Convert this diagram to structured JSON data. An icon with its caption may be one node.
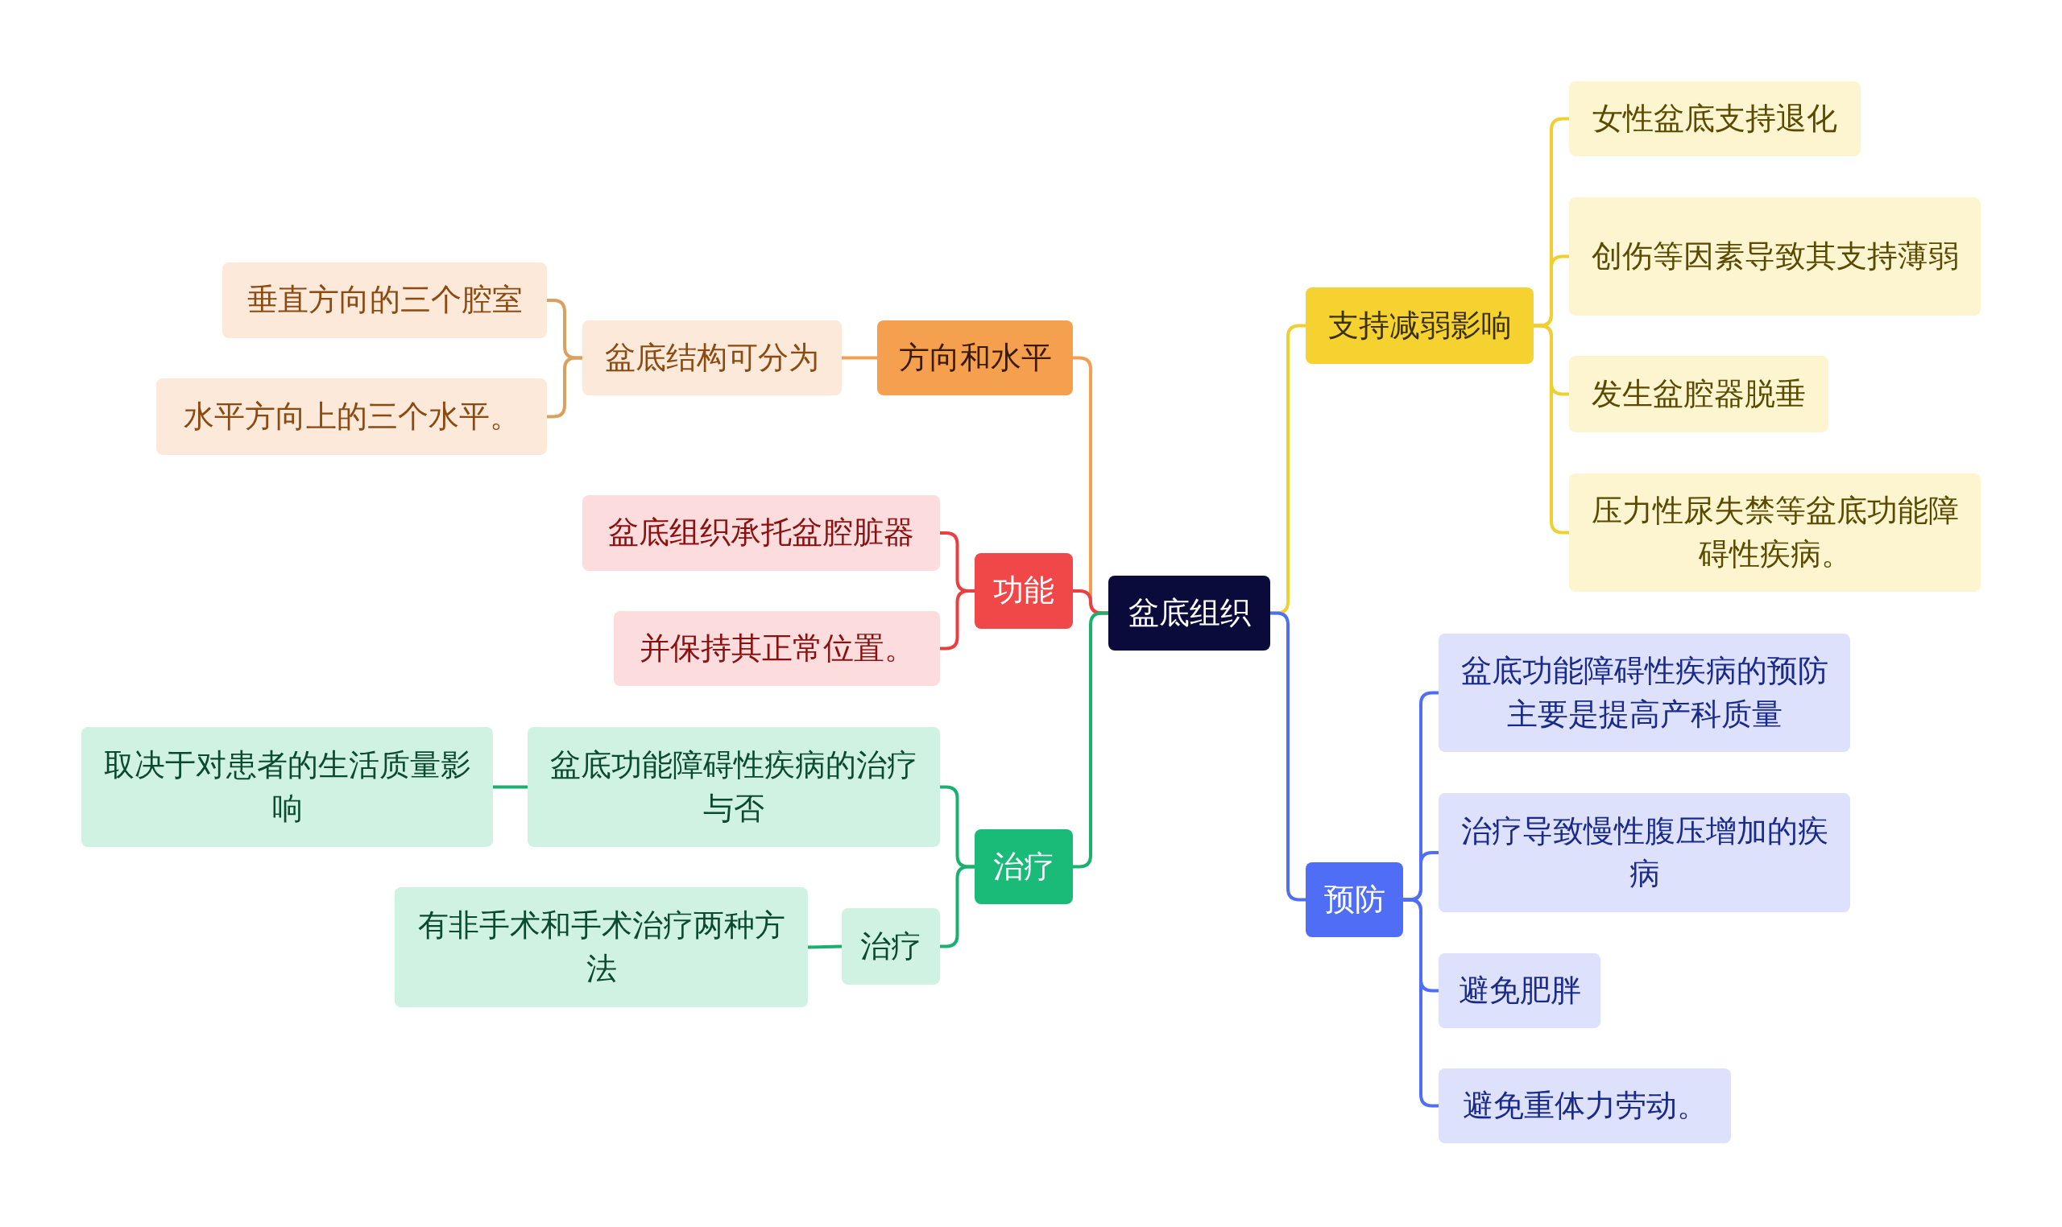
{
  "diagram": {
    "nodes": [
      {
        "text": [
          "盆底组织"
        ]
      },
      {
        "text": [
          "方向和水平"
        ]
      },
      {
        "text": [
          "盆底结构可分为"
        ]
      },
      {
        "text": [
          "垂直方向的三个腔室"
        ]
      },
      {
        "text": [
          "水平方向上的三个水平。"
        ]
      },
      {
        "text": [
          "功能"
        ]
      },
      {
        "text": [
          "盆底组织承托盆腔脏器"
        ]
      },
      {
        "text": [
          "并保持其正常位置。"
        ]
      },
      {
        "text": [
          "治疗"
        ]
      },
      {
        "text": [
          "盆底功能障碍性疾病的治疗与否"
        ]
      },
      {
        "text": [
          "取决于对患者的生活质量影响"
        ]
      },
      {
        "text": [
          "治疗"
        ]
      },
      {
        "text": [
          "有非手术和手术治疗两种方法"
        ]
      },
      {
        "text": [
          "支持减弱影响"
        ]
      },
      {
        "text": [
          "女性盆底支持退化"
        ]
      },
      {
        "text": [
          "创伤等因素导致其支持薄弱"
        ]
      },
      {
        "text": [
          "发生盆腔器脱垂"
        ]
      },
      {
        "text": [
          "压力性尿失禁等盆底功能障碍性疾病。"
        ]
      },
      {
        "text": [
          "预防"
        ]
      },
      {
        "text": [
          "盆底功能障碍性疾病的预防主要是提高产科质量"
        ]
      },
      {
        "text": [
          "治疗导致慢性腹压增加的疾病"
        ]
      },
      {
        "text": [
          "避免肥胖"
        ]
      },
      {
        "text": [
          "避免重体力劳动。"
        ]
      }
    ],
    "edges": [
      {
        "from": 0,
        "to": 1,
        "arrow": "none",
        "color": "#f0a050"
      },
      {
        "from": 1,
        "to": 2,
        "arrow": "none",
        "color": "#f0a050"
      },
      {
        "from": 2,
        "to": 3,
        "arrow": "none",
        "color": "#d9a060"
      },
      {
        "from": 2,
        "to": 4,
        "arrow": "none",
        "color": "#d9a060"
      },
      {
        "from": 0,
        "to": 5,
        "arrow": "none",
        "color": "#e84040"
      },
      {
        "from": 5,
        "to": 6,
        "arrow": "none",
        "color": "#e84040"
      },
      {
        "from": 5,
        "to": 7,
        "arrow": "none",
        "color": "#e84040"
      },
      {
        "from": 0,
        "to": 8,
        "arrow": "none",
        "color": "#1ab070"
      },
      {
        "from": 8,
        "to": 9,
        "arrow": "none",
        "color": "#1ab070"
      },
      {
        "from": 9,
        "to": 10,
        "arrow": "none",
        "color": "#1ab070"
      },
      {
        "from": 8,
        "to": 11,
        "arrow": "none",
        "color": "#1ab070"
      },
      {
        "from": 11,
        "to": 12,
        "arrow": "none",
        "color": "#1ab070"
      },
      {
        "from": 0,
        "to": 13,
        "arrow": "none",
        "color": "#f0d030"
      },
      {
        "from": 13,
        "to": 14,
        "arrow": "none",
        "color": "#f0d030"
      },
      {
        "from": 13,
        "to": 15,
        "arrow": "none",
        "color": "#f0d030"
      },
      {
        "from": 13,
        "to": 16,
        "arrow": "none",
        "color": "#f0d030"
      },
      {
        "from": 13,
        "to": 17,
        "arrow": "none",
        "color": "#f0d030"
      },
      {
        "from": 0,
        "to": 18,
        "arrow": "none",
        "color": "#4f6ef5"
      },
      {
        "from": 18,
        "to": 19,
        "arrow": "none",
        "color": "#4f6ef5"
      },
      {
        "from": 18,
        "to": 20,
        "arrow": "none",
        "color": "#4f6ef5"
      },
      {
        "from": 18,
        "to": 21,
        "arrow": "none",
        "color": "#4f6ef5"
      },
      {
        "from": 18,
        "to": 22,
        "arrow": "none",
        "color": "#4f6ef5"
      }
    ]
  }
}
